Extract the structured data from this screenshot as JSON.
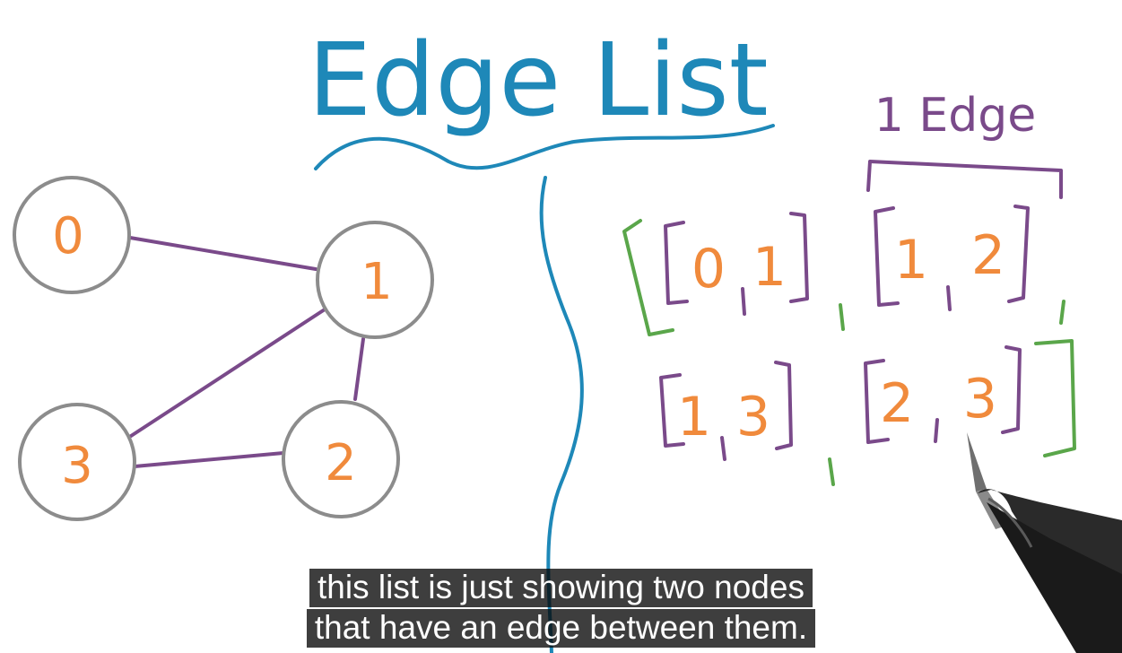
{
  "title": "Edge List",
  "edge_label": "1 Edge",
  "graph": {
    "nodes": [
      "0",
      "1",
      "2",
      "3"
    ],
    "edges": [
      [
        "0",
        "1"
      ],
      [
        "1",
        "2"
      ],
      [
        "1",
        "3"
      ],
      [
        "2",
        "3"
      ]
    ]
  },
  "edge_list": [
    [
      "0",
      "1"
    ],
    [
      "1",
      "2"
    ],
    [
      "1",
      "3"
    ],
    [
      "2",
      "3"
    ]
  ],
  "subtitle": {
    "line1": "this list is just showing two nodes",
    "line2": "that have an edge between them."
  },
  "colors": {
    "title_blue": "#1e88b8",
    "node_outline": "#8c8c8c",
    "edge_purple": "#7a4a8a",
    "number_orange": "#f08a3c",
    "outer_bracket_green": "#5aa64a"
  }
}
